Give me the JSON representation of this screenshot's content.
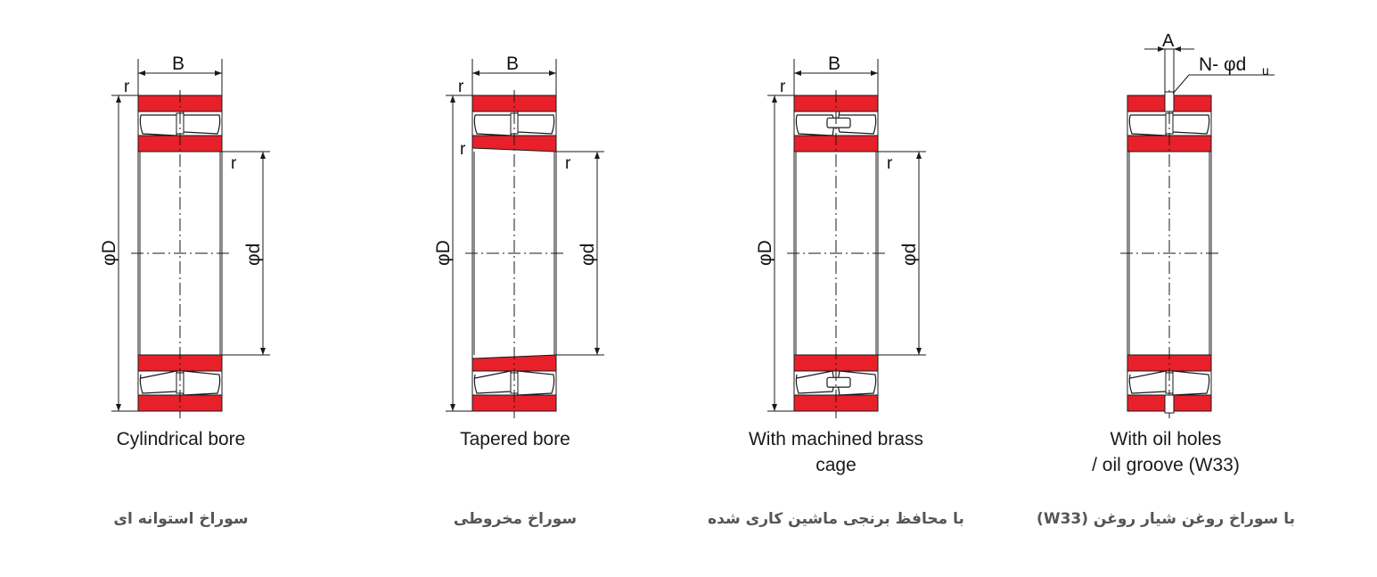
{
  "colors": {
    "ring": "#e8202a",
    "line": "#1a1a1a",
    "roller": "#ffffff"
  },
  "labels": {
    "width": "B",
    "radius": "r",
    "outer_diameter": "φD",
    "bore_diameter": "φd",
    "groove_width": "A",
    "oil_holes": "N- φd",
    "oil_holes_sub": "u"
  },
  "variants": [
    {
      "caption": "Cylindrical bore",
      "caption_fa": "سوراخ استوانه ای"
    },
    {
      "caption": "Tapered bore",
      "caption_fa": "سوراخ مخروطی"
    },
    {
      "caption": "With machined brass\ncage",
      "caption_fa": "با محافظ برنجی ماشین کاری شده"
    },
    {
      "caption": "With oil holes\n/ oil groove (W33)",
      "caption_fa": "با سوراخ روغن شیار روغن (W33)"
    }
  ]
}
